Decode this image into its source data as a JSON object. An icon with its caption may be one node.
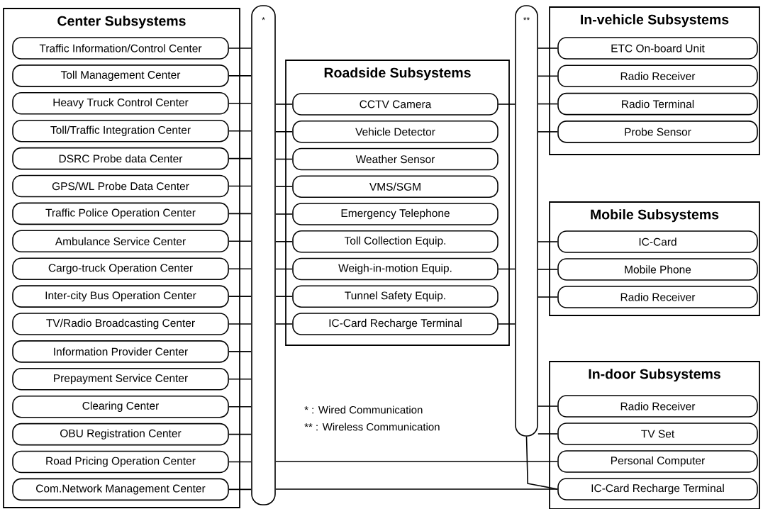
{
  "diagram": {
    "nodes": [
      {
        "text": [
          "Center Subsystems"
        ]
      },
      {
        "text": [
          "Traffic Information/Control Center"
        ],
        "in": 0
      },
      {
        "text": [
          "Toll Management Center"
        ],
        "in": 0
      },
      {
        "text": [
          "Heavy Truck Control Center"
        ],
        "in": 0
      },
      {
        "text": [
          "Toll/Traffic Integration Center"
        ],
        "in": 0
      },
      {
        "text": [
          "DSRC Probe data Center"
        ],
        "in": 0
      },
      {
        "text": [
          "GPS/WL Probe Data Center"
        ],
        "in": 0
      },
      {
        "text": [
          "Traffic Police Operation Center"
        ],
        "in": 0
      },
      {
        "text": [
          "Ambulance Service Center"
        ],
        "in": 0
      },
      {
        "text": [
          "Cargo-truck Operation Center"
        ],
        "in": 0
      },
      {
        "text": [
          "Inter-city Bus Operation Center"
        ],
        "in": 0
      },
      {
        "text": [
          "TV/Radio Broadcasting Center"
        ],
        "in": 0
      },
      {
        "text": [
          "Information Provider Center"
        ],
        "in": 0
      },
      {
        "text": [
          "Prepayment Service Center"
        ],
        "in": 0
      },
      {
        "text": [
          "Clearing Center"
        ],
        "in": 0
      },
      {
        "text": [
          "OBU Registration Center"
        ],
        "in": 0
      },
      {
        "text": [
          "Road Pricing Operation Center"
        ],
        "in": 0
      },
      {
        "text": [
          "Com.Network Management Center"
        ],
        "in": 0
      },
      {
        "text": [
          "*"
        ]
      },
      {
        "text": [
          "Roadside Subsystems"
        ]
      },
      {
        "text": [
          "CCTV Camera"
        ],
        "in": 19
      },
      {
        "text": [
          "Vehicle Detector"
        ],
        "in": 19
      },
      {
        "text": [
          "Weather Sensor"
        ],
        "in": 19
      },
      {
        "text": [
          "VMS/SGM"
        ],
        "in": 19
      },
      {
        "text": [
          "Emergency Telephone"
        ],
        "in": 19
      },
      {
        "text": [
          "Toll Collection Equip."
        ],
        "in": 19
      },
      {
        "text": [
          "Weigh-in-motion Equip."
        ],
        "in": 19
      },
      {
        "text": [
          "Tunnel Safety Equip."
        ],
        "in": 19
      },
      {
        "text": [
          "IC-Card Recharge Terminal"
        ],
        "in": 19
      },
      {
        "text": [
          "**"
        ]
      },
      {
        "text": [
          "In-vehicle Subsystems"
        ]
      },
      {
        "text": [
          "ETC On-board Unit"
        ],
        "in": 30
      },
      {
        "text": [
          "Radio Receiver"
        ],
        "in": 30
      },
      {
        "text": [
          "Radio Terminal"
        ],
        "in": 30
      },
      {
        "text": [
          "Probe Sensor"
        ],
        "in": 30
      },
      {
        "text": [
          "Mobile Subsystems"
        ]
      },
      {
        "text": [
          "IC-Card"
        ],
        "in": 35
      },
      {
        "text": [
          "Mobile Phone"
        ],
        "in": 35
      },
      {
        "text": [
          "Radio Receiver"
        ],
        "in": 35
      },
      {
        "text": [
          "In-door Subsystems"
        ]
      },
      {
        "text": [
          "Radio Receiver"
        ],
        "in": 39
      },
      {
        "text": [
          "TV Set"
        ],
        "in": 39
      },
      {
        "text": [
          "Personal Computer"
        ],
        "in": 39
      },
      {
        "text": [
          "IC-Card Recharge Terminal"
        ],
        "in": 39
      }
    ],
    "edges": [
      {
        "from": 1,
        "to": 18,
        "arrow": "none"
      },
      {
        "from": 2,
        "to": 18,
        "arrow": "none"
      },
      {
        "from": 3,
        "to": 18,
        "arrow": "none"
      },
      {
        "from": 4,
        "to": 18,
        "arrow": "none"
      },
      {
        "from": 5,
        "to": 18,
        "arrow": "none"
      },
      {
        "from": 6,
        "to": 18,
        "arrow": "none"
      },
      {
        "from": 7,
        "to": 18,
        "arrow": "none"
      },
      {
        "from": 8,
        "to": 18,
        "arrow": "none"
      },
      {
        "from": 9,
        "to": 18,
        "arrow": "none"
      },
      {
        "from": 10,
        "to": 18,
        "arrow": "none"
      },
      {
        "from": 11,
        "to": 18,
        "arrow": "none"
      },
      {
        "from": 12,
        "to": 18,
        "arrow": "none"
      },
      {
        "from": 13,
        "to": 18,
        "arrow": "none"
      },
      {
        "from": 14,
        "to": 18,
        "arrow": "none"
      },
      {
        "from": 15,
        "to": 18,
        "arrow": "none"
      },
      {
        "from": 16,
        "to": 18,
        "arrow": "none"
      },
      {
        "from": 17,
        "to": 18,
        "arrow": "none"
      },
      {
        "from": 18,
        "to": 20,
        "arrow": "none"
      },
      {
        "from": 18,
        "to": 21,
        "arrow": "none"
      },
      {
        "from": 18,
        "to": 22,
        "arrow": "none"
      },
      {
        "from": 18,
        "to": 23,
        "arrow": "none"
      },
      {
        "from": 18,
        "to": 24,
        "arrow": "none"
      },
      {
        "from": 18,
        "to": 25,
        "arrow": "none"
      },
      {
        "from": 18,
        "to": 26,
        "arrow": "none"
      },
      {
        "from": 18,
        "to": 27,
        "arrow": "none"
      },
      {
        "from": 18,
        "to": 28,
        "arrow": "none"
      },
      {
        "from": 18,
        "to": 42,
        "arrow": "none"
      },
      {
        "from": 18,
        "to": 43,
        "arrow": "none"
      },
      {
        "from": 20,
        "to": 29,
        "arrow": "none"
      },
      {
        "from": 26,
        "to": 29,
        "arrow": "none"
      },
      {
        "from": 28,
        "to": 29,
        "arrow": "none"
      },
      {
        "from": 29,
        "to": 31,
        "arrow": "none"
      },
      {
        "from": 29,
        "to": 32,
        "arrow": "none"
      },
      {
        "from": 29,
        "to": 33,
        "arrow": "none"
      },
      {
        "from": 29,
        "to": 34,
        "arrow": "none"
      },
      {
        "from": 29,
        "to": 36,
        "arrow": "none"
      },
      {
        "from": 29,
        "to": 37,
        "arrow": "none"
      },
      {
        "from": 29,
        "to": 38,
        "arrow": "none"
      },
      {
        "from": 29,
        "to": 40,
        "arrow": "none"
      },
      {
        "from": 29,
        "to": 41,
        "arrow": "none"
      },
      {
        "from": 29,
        "to": 43,
        "arrow": "none"
      }
    ],
    "labels": [
      "* : Wired Communication",
      "** : Wireless Communication"
    ]
  }
}
